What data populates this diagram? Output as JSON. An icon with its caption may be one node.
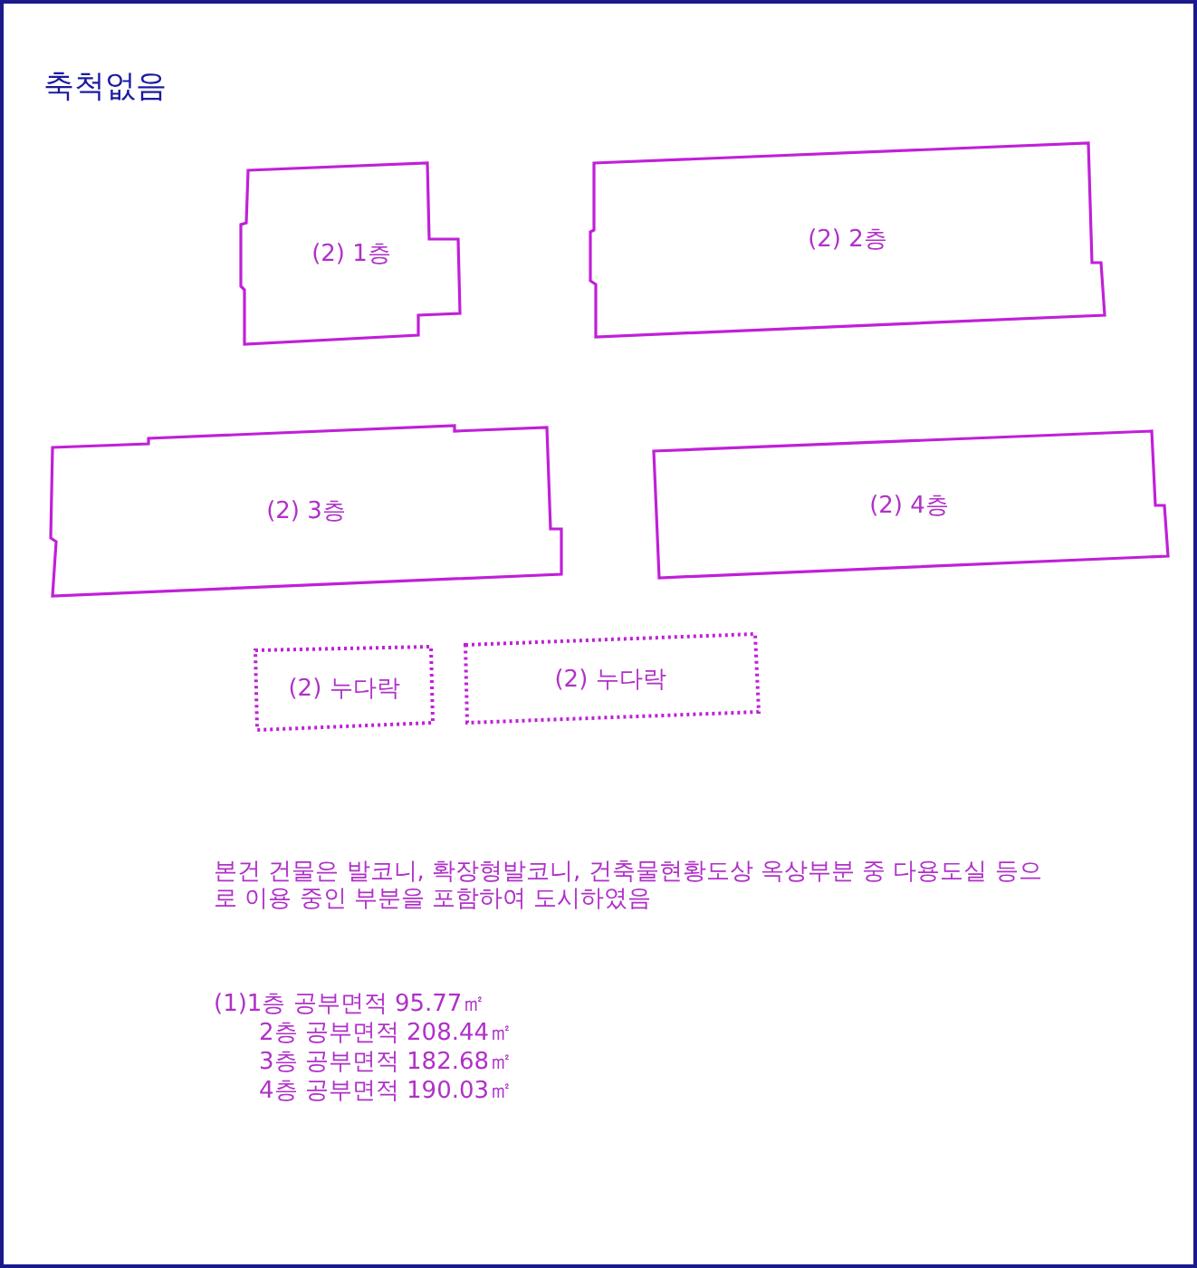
{
  "diagram": {
    "title": "축척없음",
    "nodes": [
      {
        "text": [
          "(2) 1층"
        ]
      },
      {
        "text": [
          "(2) 2층"
        ]
      },
      {
        "text": [
          "(2) 3층"
        ]
      },
      {
        "text": [
          "(2) 4층"
        ]
      },
      {
        "text": [
          "(2) 누다락"
        ]
      },
      {
        "text": [
          "(2) 누다락"
        ]
      }
    ],
    "labels": [
      "본건 건물은 발코니, 확장형발코니, 건축물현황도상 옥상부분 중 다용도실 등으로 이용 중인 부분을 포함하여 도시하였음",
      "(1)1층 공부면적 95.77㎡",
      "2층 공부면적 208.44㎡",
      "3층 공부면적 182.68㎡",
      "4층 공부면적 190.03㎡"
    ]
  }
}
